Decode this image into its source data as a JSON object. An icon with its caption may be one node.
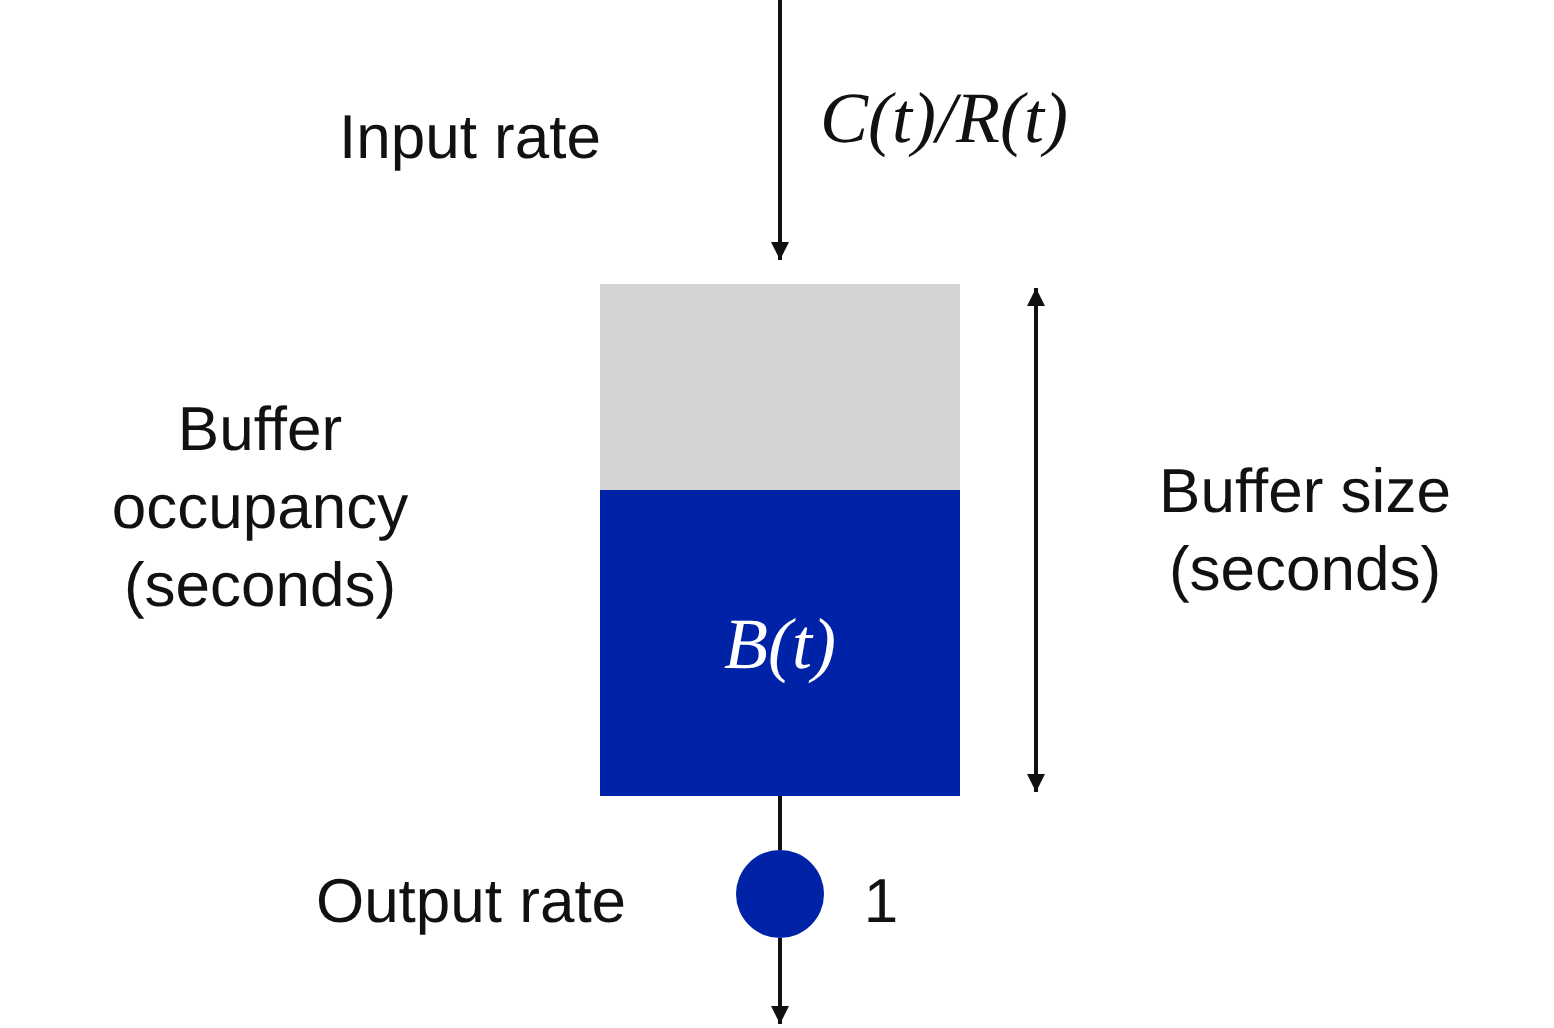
{
  "diagram": {
    "nodes": [
      {
        "text": [],
        "shape": "box"
      },
      {
        "text": [
          "B(t)"
        ],
        "in": 0
      },
      {
        "text": [],
        "shape": "circle"
      }
    ],
    "edges": [
      {
        "from": null,
        "to": 0,
        "arrow": "to",
        "label": "C(t)/R(t)"
      },
      {
        "from": 0,
        "to": 2,
        "arrow": "none"
      },
      {
        "from": 2,
        "to": null,
        "arrow": "to"
      }
    ],
    "labels": [
      "Input rate",
      "Buffer occupancy (seconds)",
      "Buffer size (seconds)",
      "Output rate",
      "1"
    ]
  }
}
